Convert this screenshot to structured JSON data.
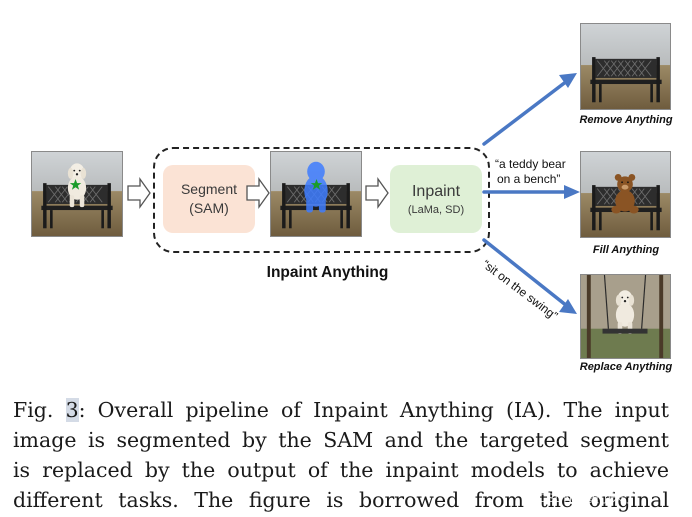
{
  "figure": {
    "segment_title": "Segment",
    "segment_sub": "(SAM)",
    "inpaint_title": "Inpaint",
    "inpaint_sub": "(LaMa, SD)",
    "pipeline_label": "Inpaint Anything",
    "prompt_fill_1": "“a teddy bear",
    "prompt_fill_2": "on a bench”",
    "prompt_replace": "“sit on the swing”",
    "caption_remove": "Remove Anything",
    "caption_fill": "Fill Anything",
    "caption_replace": "Replace Anything",
    "arrow_color": "#4a78c4",
    "mask_color": "#3f7dff",
    "star_color": "#1a9c2a"
  },
  "caption": {
    "line1_prefix": "Fig. ",
    "fig_number": "3",
    "line1_rest": ": Overall pipeline of Inpaint Anything (IA). The input",
    "line2": "image is segmented by the SAM and the targeted segment",
    "line3": "is replaced by the output of the inpaint models to achieve",
    "line4": "different tasks. The figure is borrowed from the original"
  },
  "watermark": "CSDN @黄小米了"
}
